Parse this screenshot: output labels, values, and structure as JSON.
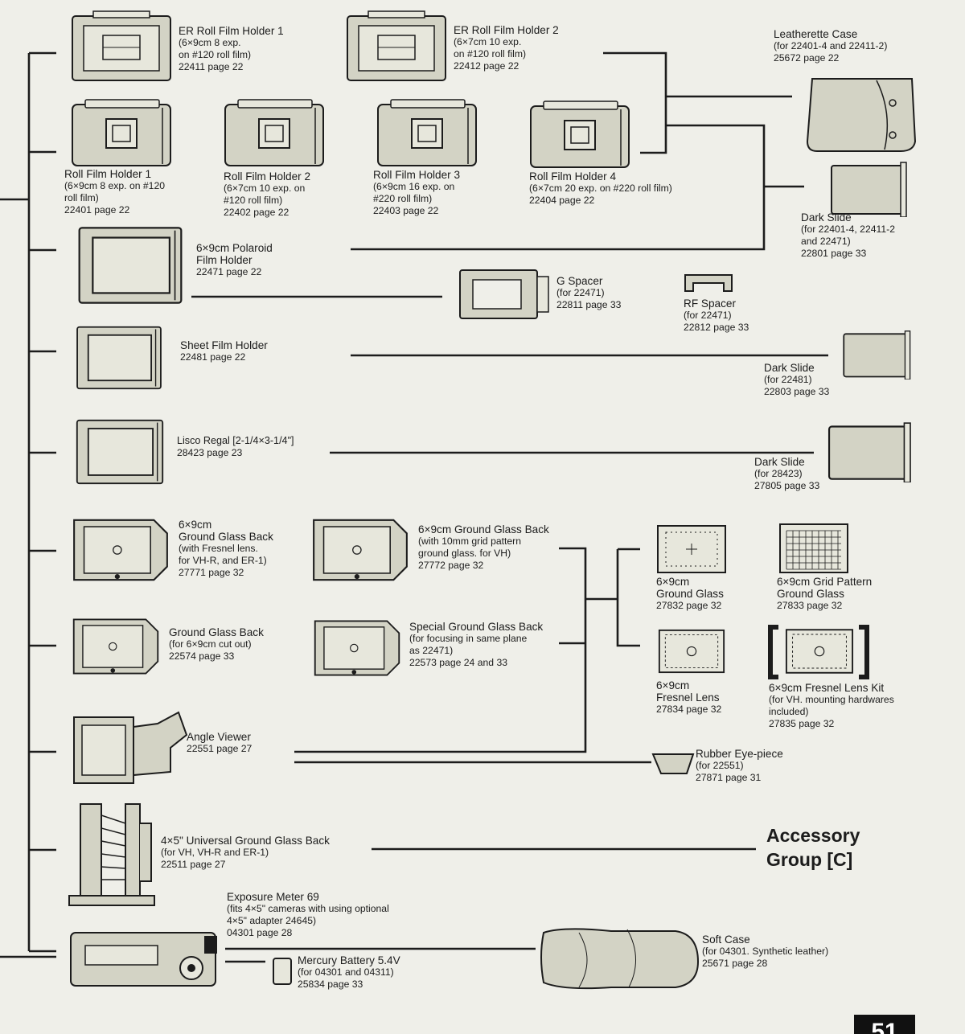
{
  "items": {
    "er_roll_1": {
      "title": "ER Roll Film Holder 1",
      "lines": [
        "(6×9cm 8 exp.",
        " on #120 roll film)",
        "22411 page 22"
      ]
    },
    "er_roll_2": {
      "title": "ER Roll Film Holder 2",
      "lines": [
        "(6×7cm 10 exp.",
        "on #120 roll film)",
        "22412 page 22"
      ]
    },
    "leatherette_case": {
      "title": "Leatherette Case",
      "lines": [
        "(for 22401-4 and 22411-2)",
        "25672 page 22"
      ]
    },
    "roll_1": {
      "title": "Roll Film Holder 1",
      "lines": [
        "(6×9cm 8 exp. on #120",
        " roll film)",
        "22401 page 22"
      ]
    },
    "roll_2": {
      "title": "Roll Film Holder 2",
      "lines": [
        "(6×7cm 10 exp. on",
        " #120 roll film)",
        "22402 page 22"
      ]
    },
    "roll_3": {
      "title": "Roll Film Holder 3",
      "lines": [
        "(6×9cm 16 exp. on",
        " #220 roll film)",
        "22403 page 22"
      ]
    },
    "roll_4": {
      "title": "Roll Film Holder 4",
      "lines": [
        "(6×7cm 20 exp. on #220 roll film)",
        "22404 page 22"
      ]
    },
    "dark_slide_1": {
      "title": "Dark Slide",
      "lines": [
        "(for 22401-4, 22411-2",
        " and 22471)",
        "22801 page 33"
      ]
    },
    "polaroid": {
      "title": "6×9cm Polaroid",
      "lines": [
        "Film Holder",
        "22471 page 22"
      ]
    },
    "g_spacer": {
      "title": "G Spacer",
      "lines": [
        "(for 22471)",
        "22811 page 33"
      ]
    },
    "rf_spacer": {
      "title": "RF Spacer",
      "lines": [
        "(for 22471)",
        "22812 page 33"
      ]
    },
    "sheet_film": {
      "title": "Sheet Film Holder",
      "lines": [
        "22481 page 22"
      ]
    },
    "dark_slide_2": {
      "title": "Dark Slide",
      "lines": [
        "(for 22481)",
        "22803 page 33"
      ]
    },
    "lisco": {
      "title": "Lisco Regal [2-1/4×3-1/4\"]",
      "lines": [
        "28423 page 23"
      ]
    },
    "dark_slide_3": {
      "title": "Dark Slide",
      "lines": [
        "(for 28423)",
        "27805 page 33"
      ]
    },
    "gg_back_fresnel": {
      "title": "6×9cm",
      "lines": [
        "Ground Glass Back",
        "(with Fresnel lens.",
        " for VH-R, and ER-1)",
        "27771 page 32"
      ]
    },
    "gg_back_grid": {
      "title": "6×9cm Ground Glass Back",
      "lines": [
        "(with 10mm grid pattern",
        " ground glass. for VH)",
        "27772 page 32"
      ]
    },
    "gg_6x9": {
      "title": "6×9cm",
      "lines": [
        "Ground Glass",
        "27832 page 32"
      ]
    },
    "gg_grid": {
      "title": "6×9cm Grid Pattern",
      "lines": [
        "Ground Glass",
        "27833 page 32"
      ]
    },
    "gg_back_cutout": {
      "title": "Ground Glass Back",
      "lines": [
        "(for 6×9cm cut out)",
        "22574 page 33"
      ]
    },
    "special_gg_back": {
      "title": "Special Ground Glass Back",
      "lines": [
        "(for focusing in same plane",
        "  as 22471)",
        "22573 page 24 and 33"
      ]
    },
    "fresnel_lens": {
      "title": "6×9cm",
      "lines": [
        "Fresnel Lens",
        "27834 page 32"
      ]
    },
    "fresnel_kit": {
      "title": "6×9cm Fresnel Lens Kit",
      "lines": [
        "(for VH. mounting hardwares",
        " included)",
        "27835 page 32"
      ]
    },
    "angle_viewer": {
      "title": "Angle Viewer",
      "lines": [
        "22551 page 27"
      ]
    },
    "rubber_eyepiece": {
      "title": "Rubber Eye-piece",
      "lines": [
        "(for 22551)",
        "27871 page 31"
      ]
    },
    "universal_gg_back": {
      "title": "4×5\" Universal Ground Glass Back",
      "lines": [
        "(for VH, VH-R and ER-1)",
        "22511 page 27"
      ]
    },
    "exposure_meter": {
      "title": "Exposure Meter 69",
      "lines": [
        "(fits 4×5\" cameras with using optional",
        " 4×5\" adapter 24645)",
        "04301 page 28"
      ]
    },
    "soft_case": {
      "title": "Soft Case",
      "lines": [
        "(for 04301. Synthetic leather)",
        "25671 page 28"
      ]
    },
    "mercury_battery": {
      "title": "Mercury Battery 5.4V",
      "lines": [
        "(for 04301 and 04311)",
        "25834 page 33"
      ]
    }
  },
  "group_label": [
    "Accessory",
    "Group [C]"
  ],
  "page_number": "51",
  "colors": {
    "background": "#efefe9",
    "ink": "#1c1c1c",
    "device_fill": "#d3d3c5",
    "device_light": "#e7e7dc"
  }
}
